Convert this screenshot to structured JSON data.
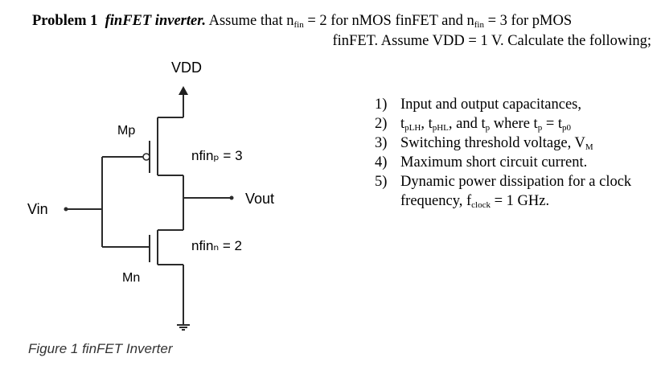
{
  "problem": {
    "label": "Problem 1",
    "title": "finFET inverter.",
    "text1": "Assume that n",
    "sub_fin_a": "fin",
    "text2": " = 2 for nMOS finFET and n",
    "sub_fin_b": "fin",
    "text3": " = 3 for pMOS",
    "text4": "finFET. Assume VDD = 1 V. Calculate the following;"
  },
  "tasks": [
    {
      "num": "1)",
      "text": "Input and output capacitances,"
    },
    {
      "num": "2)",
      "t_a": "t",
      "s_a": "pLH",
      "c1": ", t",
      "s_b": "pHL",
      "c2": ", and t",
      "s_c": "p",
      "c3": " where t",
      "s_d": "p",
      "c4": " = t",
      "s_e": "p0"
    },
    {
      "num": "3)",
      "text": "Switching threshold voltage, V",
      "sub": "M"
    },
    {
      "num": "4)",
      "text": "Maximum short circuit current."
    },
    {
      "num": "5)",
      "line1": "Dynamic power dissipation for a clock",
      "line2a": "frequency, f",
      "sub": "clock",
      "line2b": " = 1 GHz."
    }
  ],
  "circuit": {
    "vdd": "VDD",
    "vin": "Vin",
    "vout": "Vout",
    "mp": "Mp",
    "mn": "Mn",
    "nfinp": "nfinₚ = 3",
    "nfinn": "nfinₙ = 2"
  },
  "caption": "Figure 1 finFET Inverter"
}
